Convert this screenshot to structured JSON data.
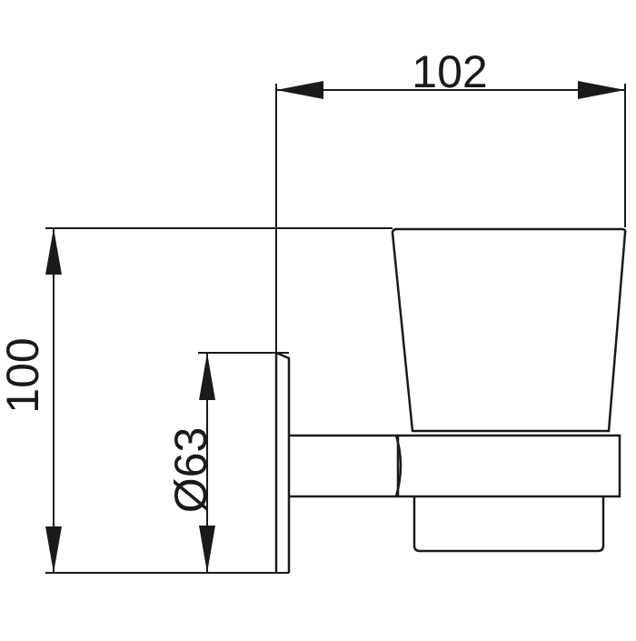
{
  "dimensions": {
    "width_label": "102",
    "height_label": "100",
    "diameter_label": "Ø63"
  },
  "colors": {
    "line": "#1a1a1a",
    "background": "#ffffff"
  }
}
